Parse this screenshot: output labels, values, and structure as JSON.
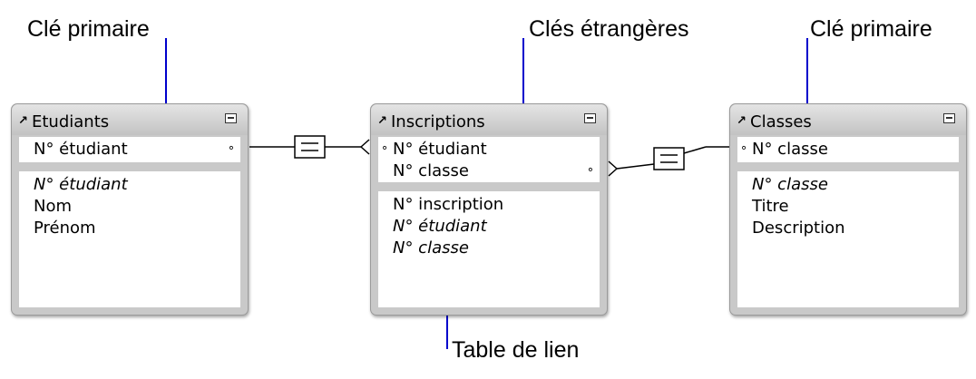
{
  "annotations": {
    "primary_key_left": "Clé primaire",
    "foreign_keys": "Clés étrangères",
    "primary_key_right": "Clé primaire",
    "link_table": "Table de lien"
  },
  "tables": {
    "etudiants": {
      "title": "Etudiants",
      "key": "N° étudiant",
      "fields": [
        "N° étudiant",
        "Nom",
        "Prénom"
      ]
    },
    "inscriptions": {
      "title": "Inscriptions",
      "keys": [
        "N° étudiant",
        "N° classe"
      ],
      "fields": [
        "N° inscription",
        "N° étudiant",
        "N° classe"
      ]
    },
    "classes": {
      "title": "Classes",
      "key": "N° classe",
      "fields": [
        "N° classe",
        "Titre",
        "Description"
      ]
    }
  },
  "colors": {
    "annotation_line": "#0000cc",
    "panel": "#c9c9c9"
  }
}
